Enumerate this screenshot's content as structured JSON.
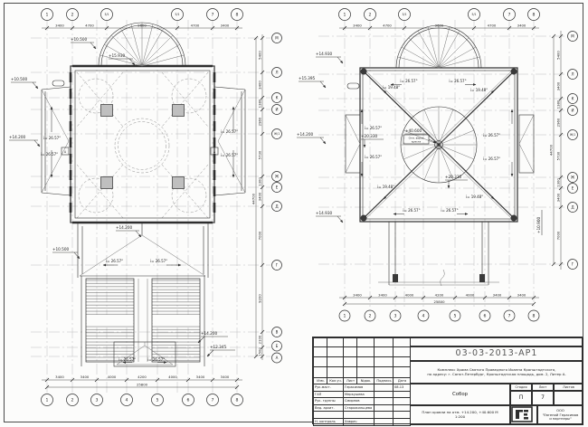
{
  "drawing": {
    "slope_26": "i= 26.57°",
    "slope_19": "i= 19.48°",
    "axes": {
      "top_labels": [
        "1",
        "2",
        "3/1",
        "5/1",
        "7",
        "8"
      ],
      "top_dims": [
        "3400",
        "4700",
        "9600",
        "4700",
        "3400"
      ],
      "bottom_labels": [
        "1",
        "2",
        "3",
        "4",
        "5",
        "6",
        "7",
        "8"
      ],
      "bottom_dims": [
        "3400",
        "3400",
        "4000",
        "4200",
        "4000",
        "3400",
        "3400"
      ],
      "bottom_total": "25800",
      "row_labels": [
        "М",
        "Л",
        "К",
        "И",
        "Ж/1",
        "Ж",
        "Е",
        "Д",
        "Г",
        "В",
        "Б",
        "А"
      ],
      "row_dims": [
        "5400",
        "3400",
        "1380",
        "2960",
        "5730",
        "1300",
        "3400",
        "7000",
        "9200",
        "2100",
        "1500"
      ],
      "row_total": "44700"
    },
    "left_plan": {
      "elev_15930": "+15.930",
      "elev_10500": "+10.500",
      "elev_14200": "+14.200",
      "elev_12345": "+12.345",
      "marker": "А"
    },
    "right_plan": {
      "elev_14930": "+14.930",
      "elev_15395": "+15.395",
      "elev_14200": "+14.200",
      "elev_20330": "+20.330",
      "elev_40600": "+40.600",
      "note_line1": "Отм. верха",
      "note_line2": "креста",
      "elev_10900": "+10.900"
    }
  },
  "titleblock": {
    "doc_number": "03-03-2013-АР1",
    "project_line1": "Комплекс Храма Святого Праведного Иоанна Кронштадтского,",
    "project_line2": "по адресу: г. Санкт-Петербург, Кронштадтская площадь, дом. 2, Литер А.",
    "headers": {
      "izm": "Изм.",
      "koluch": "Кол.уч.",
      "list": "Лист",
      "ndok": "№док.",
      "podpis": "Подпись",
      "data": "Дата"
    },
    "rows": [
      {
        "role": "Рук.маст.",
        "name": "Герасимов",
        "date": "08.13"
      },
      {
        "role": "ГАП",
        "name": "Меркушева",
        "date": ""
      },
      {
        "role": "Рук. группы",
        "name": "Смирнов",
        "date": ""
      },
      {
        "role": "Вед. архит.",
        "name": "Старожильцева",
        "date": ""
      },
      {
        "role": "",
        "name": "",
        "date": ""
      },
      {
        "role": "Н. контроль",
        "name": "Хаврич",
        "date": ""
      }
    ],
    "object_name": "Собор",
    "stage_label": "Стадия",
    "sheet_label": "Лист",
    "sheets_label": "Листов",
    "stage": "П",
    "sheet_no": "7",
    "sheets_total": "",
    "sheet_title_1": "План кровли на отм. +14.200, +40.600   М",
    "sheet_title_2": "1:200",
    "company_line1": "ООО",
    "company_line2": "\"Евгений Герасимов",
    "company_line3": "и партнеры\""
  }
}
